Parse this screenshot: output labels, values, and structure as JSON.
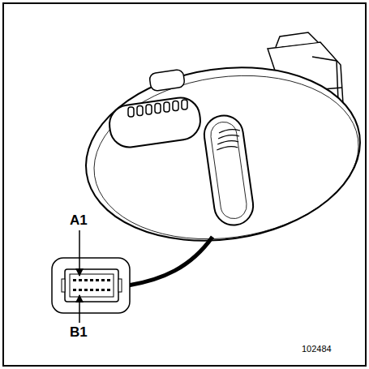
{
  "diagram": {
    "labels": [
      "A1",
      "B1",
      "102484"
    ]
  }
}
